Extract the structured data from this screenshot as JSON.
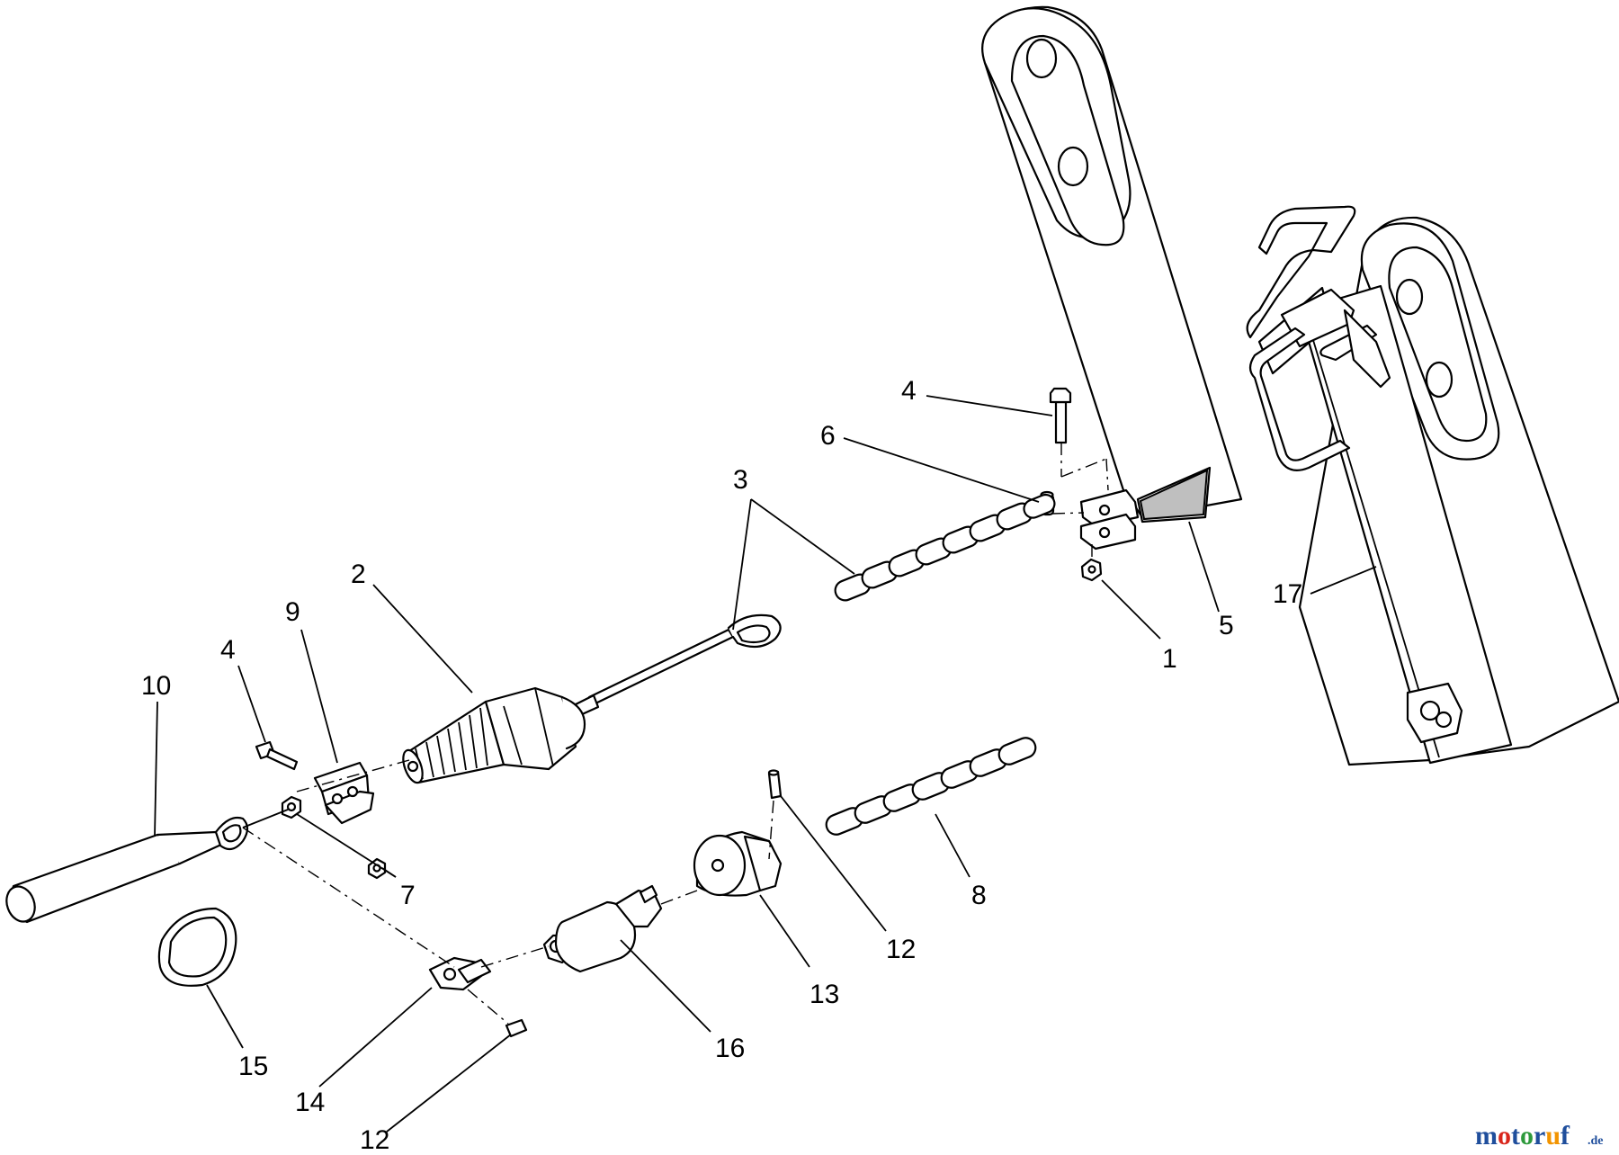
{
  "callouts": {
    "c1": "1",
    "c2": "2",
    "c3": "3",
    "c4a": "4",
    "c4b": "4",
    "c5": "5",
    "c6": "6",
    "c7": "7",
    "c8": "8",
    "c9": "9",
    "c10": "10",
    "c12a": "12",
    "c12b": "12",
    "c13": "13",
    "c14": "14",
    "c15": "15",
    "c16": "16",
    "c17": "17"
  },
  "watermark": {
    "brand_m": "m",
    "brand_o1": "o",
    "brand_t": "t",
    "brand_o2": "o",
    "brand_r": "r",
    "brand_u": "u",
    "brand_f": "f",
    "suffix": ".de"
  },
  "colors": {
    "line": "#000000",
    "background": "#ffffff",
    "shade": "#bfbfbf",
    "wm_blue": "#1f4e9c",
    "wm_red": "#d9261c",
    "wm_green": "#2e9a3c",
    "wm_orange": "#f29400"
  }
}
